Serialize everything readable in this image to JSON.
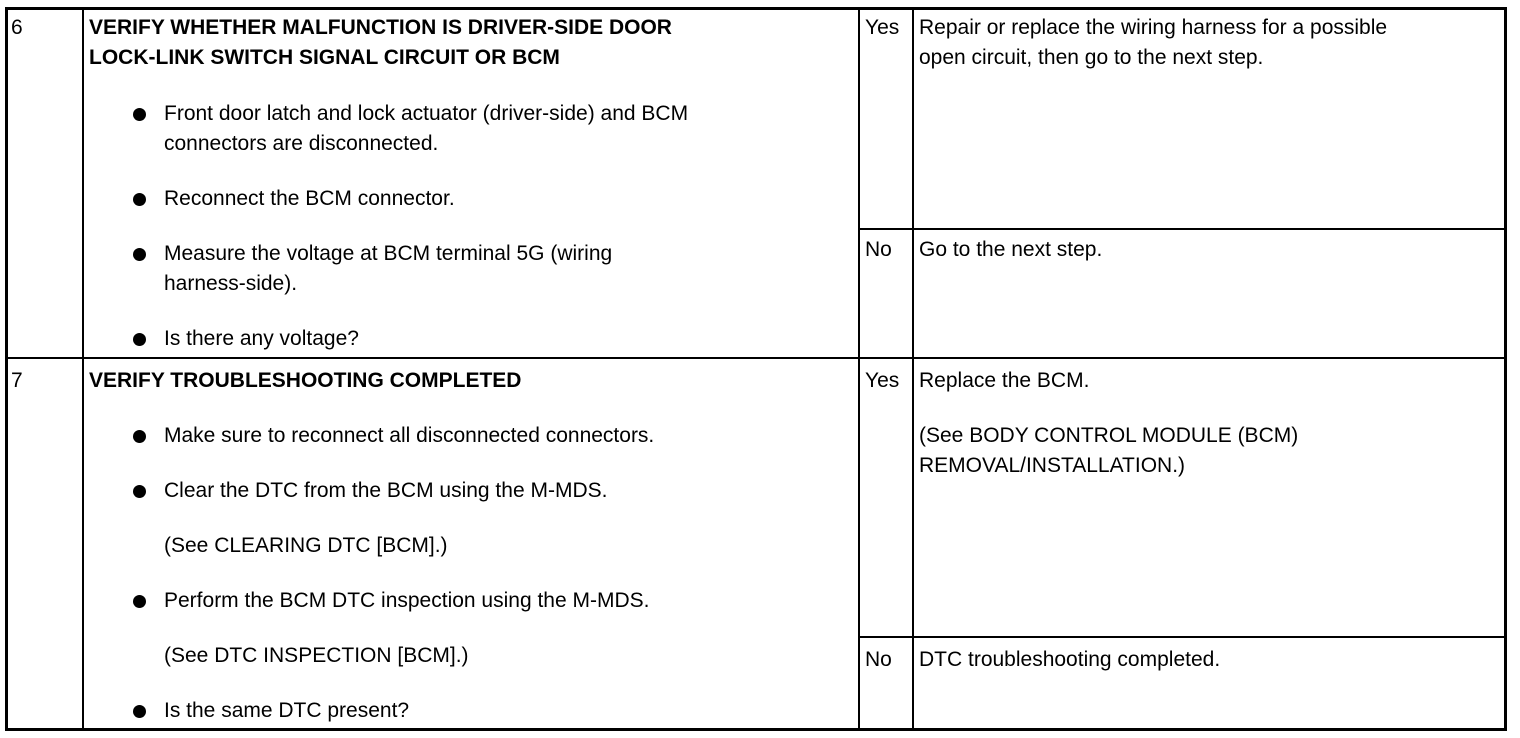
{
  "rows": [
    {
      "step": "6",
      "title_lines": [
        "VERIFY WHETHER MALFUNCTION IS DRIVER-SIDE DOOR",
        "LOCK-LINK SWITCH SIGNAL CIRCUIT OR BCM"
      ],
      "bullets": [
        {
          "lines": [
            "Front door latch and lock actuator (driver-side) and BCM",
            "connectors are disconnected."
          ]
        },
        {
          "lines": [
            "Reconnect the BCM connector."
          ]
        },
        {
          "lines": [
            "Measure the voltage at BCM terminal 5G (wiring",
            "harness-side)."
          ]
        },
        {
          "lines": [
            "Is there any voltage?"
          ]
        }
      ],
      "yes_label": "Yes",
      "yes_action_lines": [
        "Repair or replace the wiring harness for a possible",
        "open circuit, then go to the next step."
      ],
      "no_label": "No",
      "no_action_lines": [
        "Go to the next step."
      ]
    },
    {
      "step": "7",
      "title_lines": [
        "VERIFY TROUBLESHOOTING COMPLETED"
      ],
      "bullets": [
        {
          "lines": [
            "Make sure to reconnect all disconnected connectors."
          ]
        },
        {
          "lines": [
            "Clear the DTC from the BCM using the M-MDS."
          ],
          "note": "(See CLEARING DTC [BCM].)"
        },
        {
          "lines": [
            "Perform the BCM DTC inspection using the M-MDS."
          ],
          "note": "(See DTC INSPECTION [BCM].)"
        },
        {
          "lines": [
            "Is the same DTC present?"
          ]
        }
      ],
      "yes_label": "Yes",
      "yes_action_lines": [
        "Replace the BCM."
      ],
      "yes_note_lines": [
        "(See BODY CONTROL MODULE (BCM)",
        "REMOVAL/INSTALLATION.)"
      ],
      "no_label": "No",
      "no_action_lines": [
        "DTC troubleshooting completed."
      ]
    }
  ]
}
